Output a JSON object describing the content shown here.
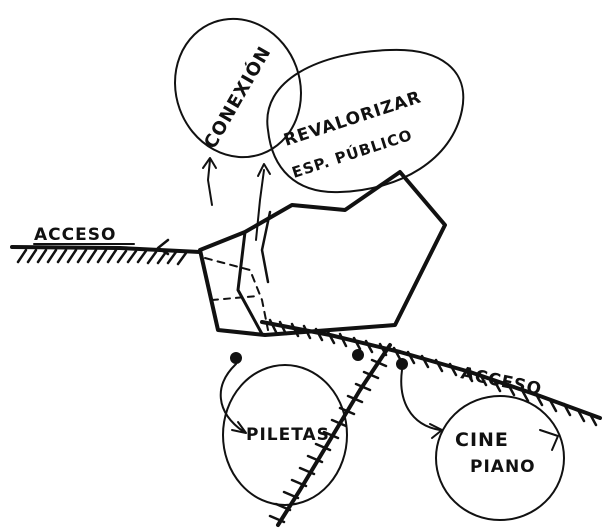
{
  "labels": {
    "conexion": "CONEXIÓN",
    "revalorizar_line1": "REVALORIZAR",
    "revalorizar_line2": "ESP. PÚBLICO",
    "acceso_left": "ACCESO",
    "acceso_right": "ACCESO",
    "piletas": "PILETAS",
    "cine_line1": "CINE",
    "cine_line2": "PIANO"
  },
  "colors": {
    "ink": "#111111",
    "paper": "#ffffff"
  }
}
